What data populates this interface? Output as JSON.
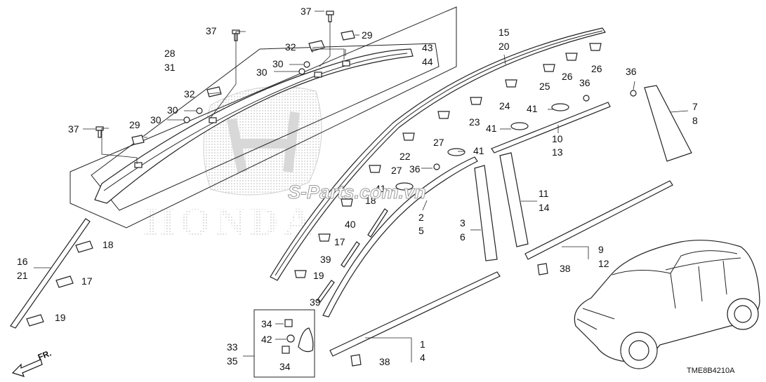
{
  "watermark": "S-Parts.com.vn",
  "logo_text": "HONDA",
  "diagram_code": "TME8B4210A",
  "direction_label": "FR.",
  "callouts": {
    "c37a": "37",
    "c37b": "37",
    "c37c": "37",
    "c32a": "32",
    "c32b": "32",
    "c29a": "29",
    "c29b": "29",
    "c43_44": [
      "43",
      "44"
    ],
    "c28_31": [
      "28",
      "31"
    ],
    "c30a": "30",
    "c30b": "30",
    "c30c": "30",
    "c30d": "30",
    "c15_20": [
      "15",
      "20"
    ],
    "c26a": "26",
    "c26b": "26",
    "c25": "25",
    "c24": "24",
    "c23": "23",
    "c36a": "36",
    "c36b": "36",
    "c36c": "36",
    "c41a": "41",
    "c41b": "41",
    "c41c": "41",
    "c41d": "41",
    "c7_8": [
      "7",
      "8"
    ],
    "c10_13": [
      "10",
      "13"
    ],
    "c27a": "27",
    "c27b": "27",
    "c22": "22",
    "c18a": "18",
    "c18b": "18",
    "c17a": "17",
    "c17b": "17",
    "c19a": "19",
    "c19b": "19",
    "c16_21": [
      "16",
      "21"
    ],
    "c40": "40",
    "c39a": "39",
    "c39b": "39",
    "c2_5": [
      "2",
      "5"
    ],
    "c3_6": [
      "3",
      "6"
    ],
    "c11_14": [
      "11",
      "14"
    ],
    "c9_12": [
      "9",
      "12"
    ],
    "c38a": "38",
    "c38b": "38",
    "c1_4": [
      "1",
      "4"
    ],
    "c33_35": [
      "33",
      "35"
    ],
    "c34a": "34",
    "c34b": "34",
    "c42": "42"
  }
}
